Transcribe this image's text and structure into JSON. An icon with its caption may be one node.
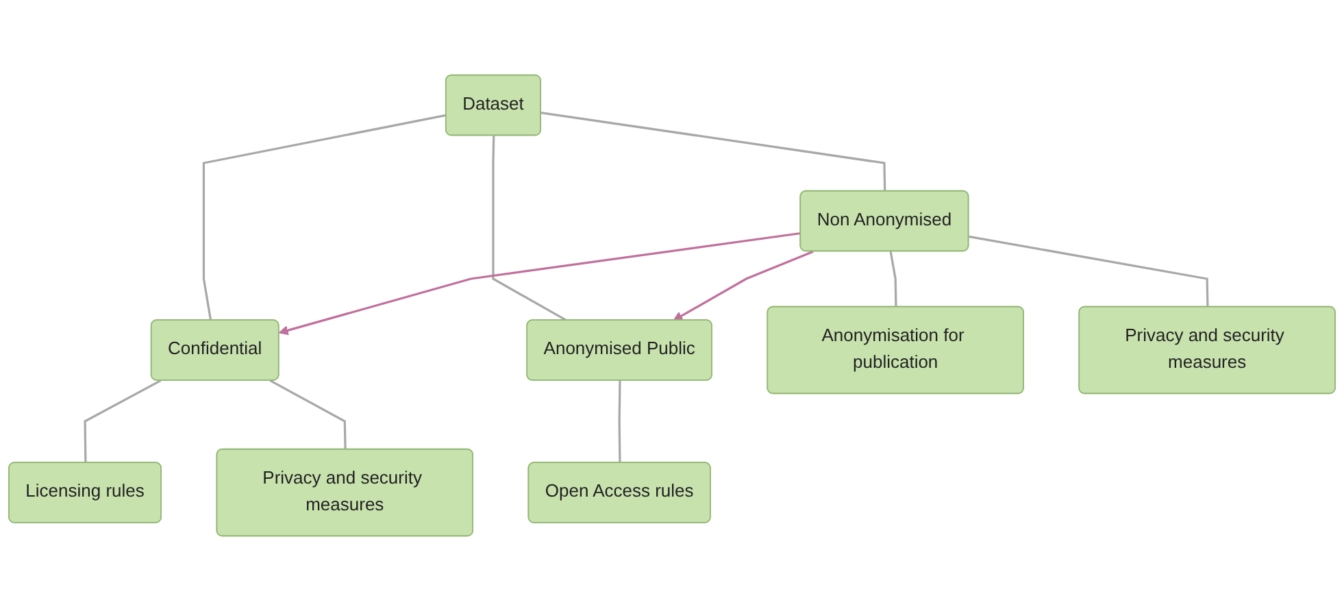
{
  "diagram": {
    "nodes": [
      {
        "text": [
          "Dataset"
        ]
      },
      {
        "text": [
          "Confidential"
        ]
      },
      {
        "text": [
          "Non Anonymised"
        ]
      },
      {
        "text": [
          "Anonymised Public"
        ]
      },
      {
        "text": [
          "Licensing rules"
        ]
      },
      {
        "text": [
          "Privacy and security measures"
        ]
      },
      {
        "text": [
          "Anonymisation for publication"
        ]
      },
      {
        "text": [
          "Privacy and security measures"
        ]
      },
      {
        "text": [
          "Open Access rules"
        ]
      }
    ],
    "edges": [
      {
        "from": 0,
        "to": 1,
        "arrow": "none"
      },
      {
        "from": 0,
        "to": 2,
        "arrow": "none"
      },
      {
        "from": 0,
        "to": 3,
        "arrow": "none"
      },
      {
        "from": 2,
        "to": 1,
        "arrow": "to",
        "color": "#c0709c"
      },
      {
        "from": 2,
        "to": 3,
        "arrow": "to",
        "color": "#c0709c"
      },
      {
        "from": 1,
        "to": 4,
        "arrow": "none"
      },
      {
        "from": 1,
        "to": 5,
        "arrow": "none"
      },
      {
        "from": 2,
        "to": 6,
        "arrow": "none"
      },
      {
        "from": 2,
        "to": 7,
        "arrow": "none"
      },
      {
        "from": 3,
        "to": 8,
        "arrow": "none"
      }
    ]
  }
}
